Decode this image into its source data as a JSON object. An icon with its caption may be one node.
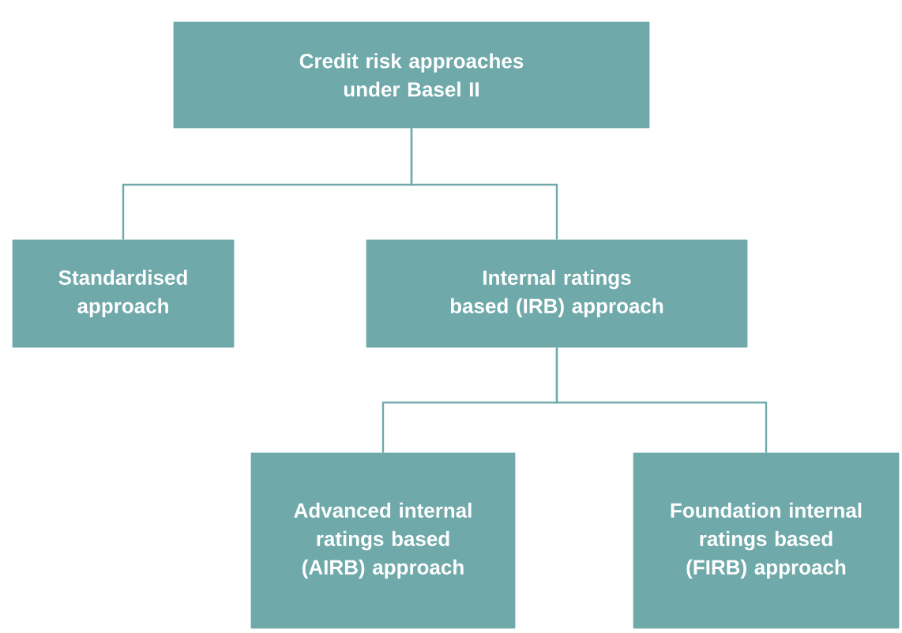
{
  "diagram": {
    "nodes": [
      {
        "text": [
          "Credit risk approaches under Basel II"
        ]
      },
      {
        "text": [
          "Standardised approach"
        ]
      },
      {
        "text": [
          "Internal ratings based (IRB) approach"
        ]
      },
      {
        "text": [
          "Advanced internal ratings based (AIRB) approach"
        ]
      },
      {
        "text": [
          "Foundation internal ratings based (FIRB) approach"
        ]
      }
    ],
    "edges": [
      {
        "from": 0,
        "to": 1,
        "arrow": "none"
      },
      {
        "from": 0,
        "to": 2,
        "arrow": "none"
      },
      {
        "from": 2,
        "to": 3,
        "arrow": "none"
      },
      {
        "from": 2,
        "to": 4,
        "arrow": "none"
      }
    ]
  }
}
